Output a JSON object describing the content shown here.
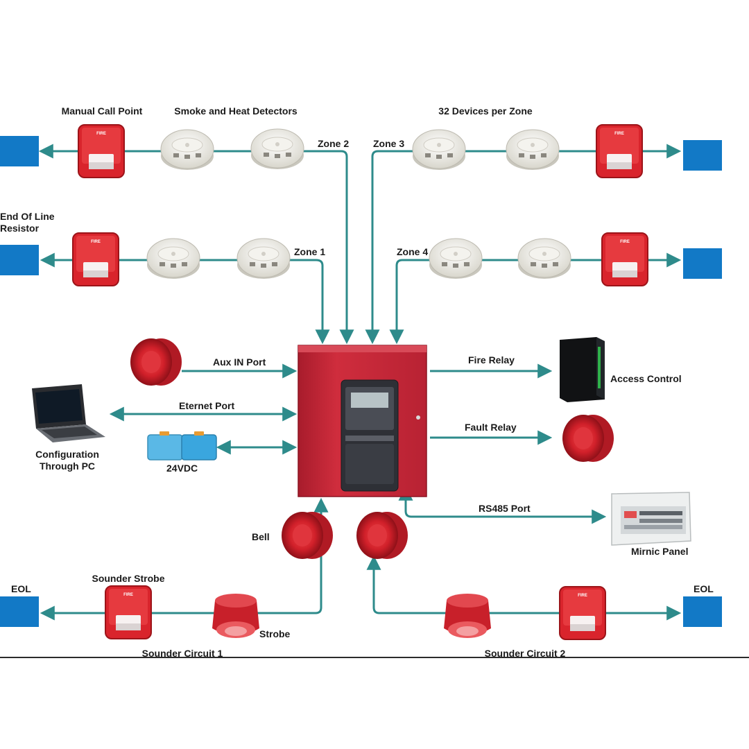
{
  "labels": {
    "manual_call_point": "Manual Call Point",
    "smoke_heat_detectors": "Smoke and Heat Detectors",
    "devices_per_zone": "32 Devices per Zone",
    "zone1": "Zone 1",
    "zone2": "Zone 2",
    "zone3": "Zone 3",
    "zone4": "Zone 4",
    "end_of_line_resistor": "End Of Line\nResistor",
    "aux_in_port": "Aux IN Port",
    "ethernet_port": "Eternet Port",
    "configuration_pc": "Configuration\nThrough PC",
    "battery": "24VDC",
    "fire_relay": "Fire Relay",
    "access_control": "Access Control",
    "fault_relay": "Fault Relay",
    "rs485_port": "RS485 Port",
    "mimic_panel": "Mirnic Panel",
    "bell": "Bell",
    "sounder_strobe": "Sounder Strobe",
    "strobe": "Strobe",
    "eol_left": "EOL",
    "eol_right": "EOL",
    "sounder_circuit_1": "Sounder Circuit 1",
    "sounder_circuit_2": "Sounder Circuit 2"
  },
  "colors": {
    "wire": "#2e8b8b",
    "eol_block": "#1279c6",
    "panel_red": "#c8283a",
    "device_red": "#d8202a",
    "detector_white": "#ecebe3"
  },
  "icons": [
    "manual-call-point-icon",
    "smoke-detector-icon",
    "heat-detector-icon",
    "sounder-icon",
    "laptop-icon",
    "battery-icon",
    "fire-alarm-control-panel-icon",
    "access-control-unit-icon",
    "mimic-panel-icon",
    "bell-icon",
    "strobe-icon"
  ]
}
